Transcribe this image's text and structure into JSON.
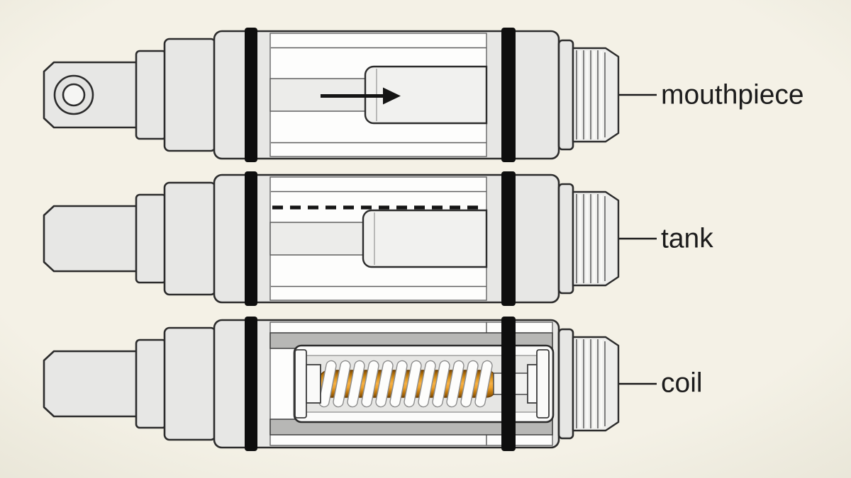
{
  "rows": [
    {
      "label": "mouthpiece"
    },
    {
      "label": "tank"
    },
    {
      "label": "coil"
    }
  ],
  "colors": {
    "paper_center": "#f4f1e6",
    "paper_edge": "#e9e6d8",
    "label_text": "#1c1c1c",
    "o_ring_black": "#0e0e0e",
    "ink_black": "#141414",
    "metal_gray": "#e7e7e5",
    "wall_gray": "#b7b7b5",
    "coil_orange_highlight": "#f6b145",
    "coil_orange_dark": "#7d4a05"
  },
  "icons": {
    "airflow_arrow": "right-arrow",
    "fill_level": "dashed-line",
    "o_rings": "black-band"
  }
}
